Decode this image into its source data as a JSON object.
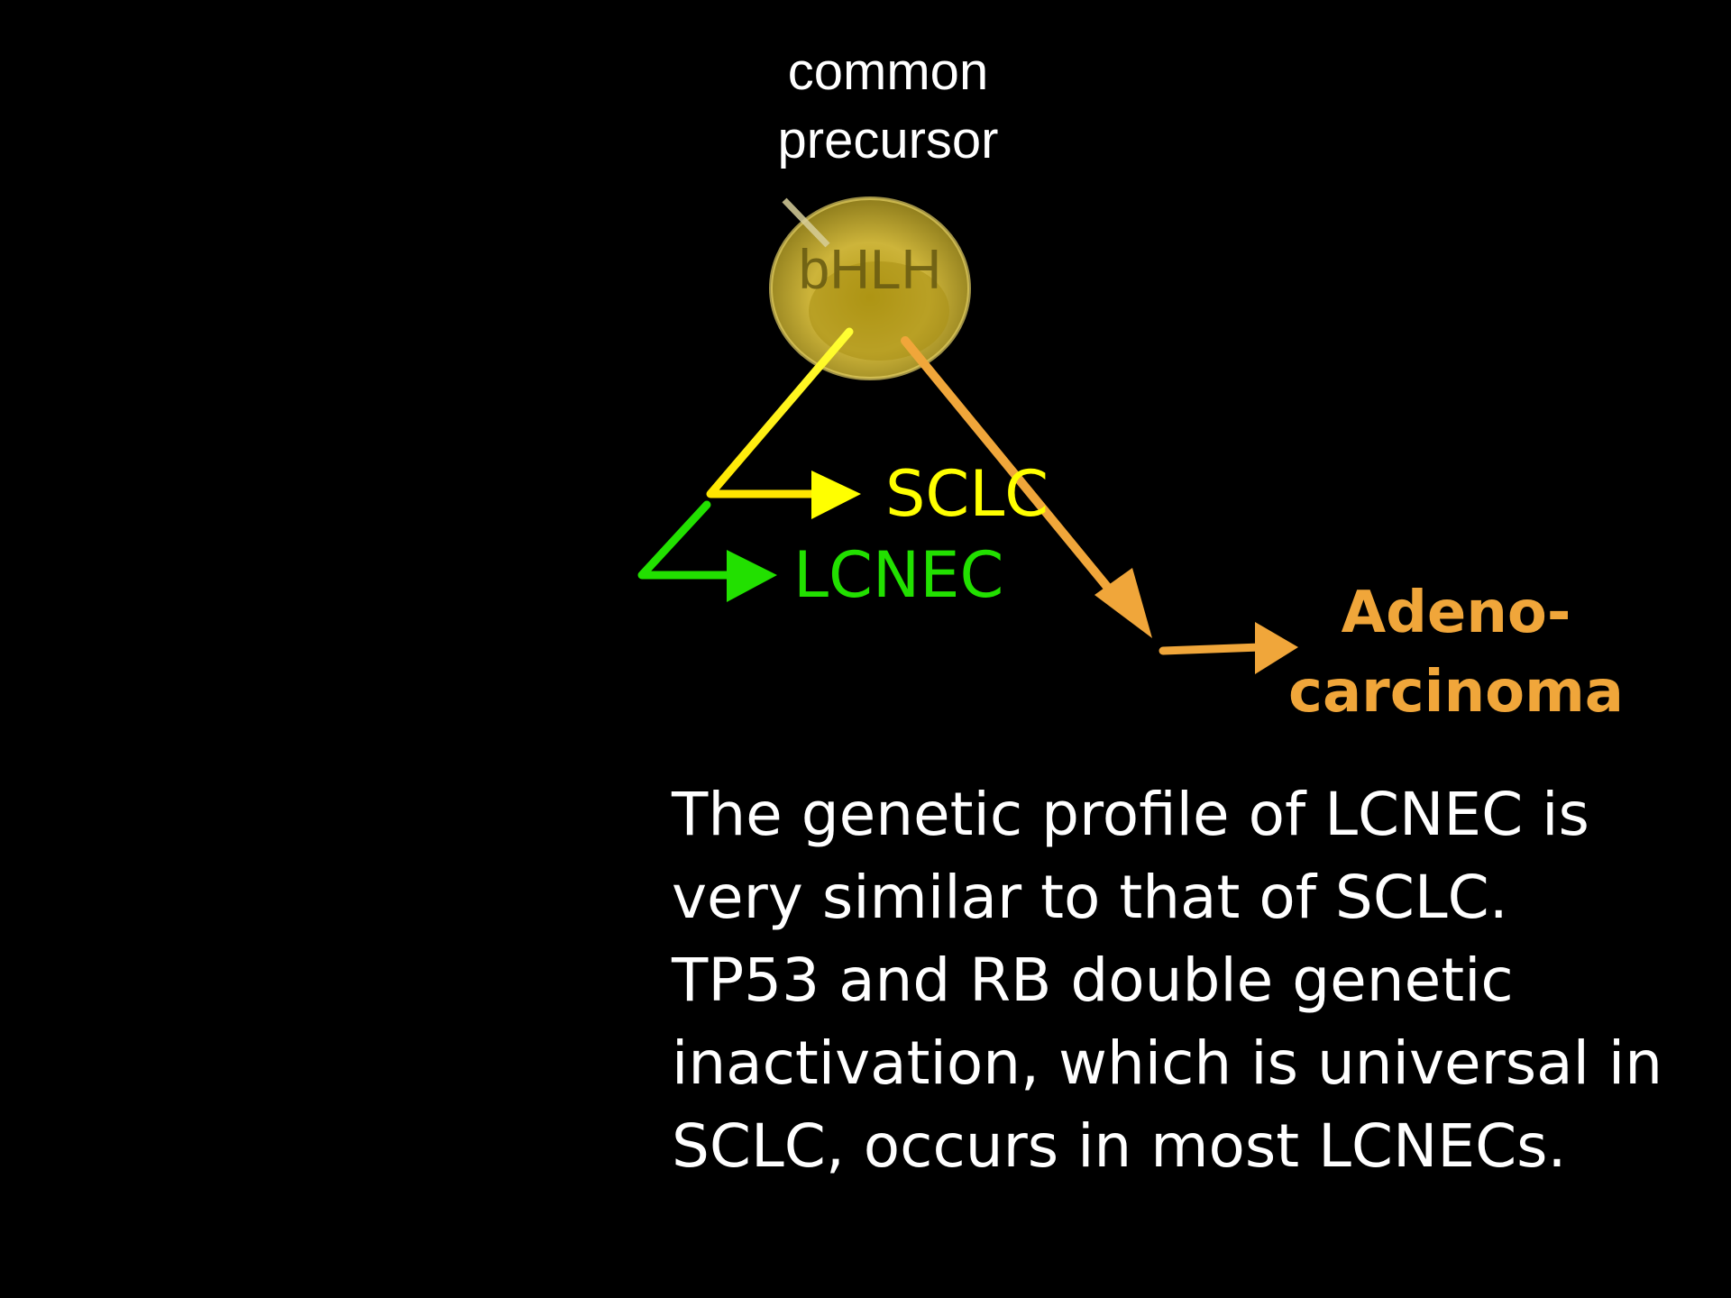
{
  "diagram": {
    "precursor_label": [
      "common",
      "precursor"
    ],
    "node_label": "bHLH",
    "sclc_label": "SCLC",
    "lcnec_label": "LCNEC",
    "adeno_label": [
      "Adeno-",
      "carcinoma"
    ],
    "colors": {
      "background": "#000000",
      "node": "#c9b22a",
      "sclc": "#ffff00",
      "lcnec": "#22e000",
      "adeno": "#f0a63a"
    }
  },
  "body_text": [
    "The genetic profile of LCNEC is",
    "very similar to that of SCLC.",
    "TP53 and RB double genetic",
    "inactivation, which is universal in",
    "SCLC, occurs in most LCNECs."
  ]
}
